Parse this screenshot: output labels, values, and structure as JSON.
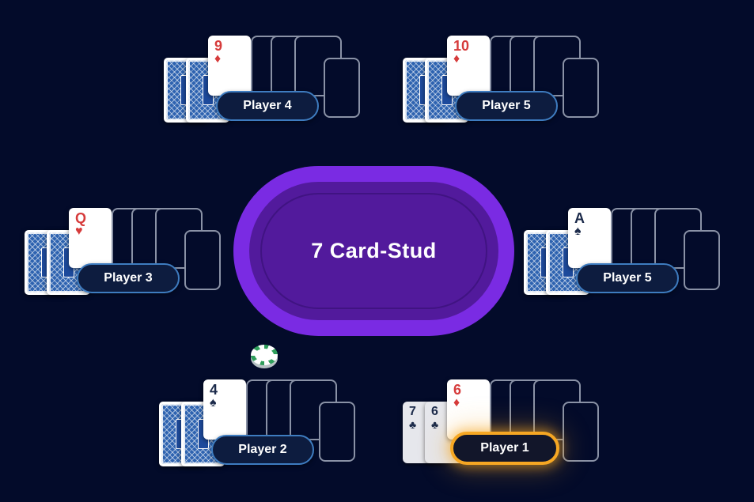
{
  "screen": {
    "background_color": "#030B2A"
  },
  "table": {
    "title": "7 Card-Stud",
    "ring_color": "#7A2BE3",
    "felt_color": "#521A9C"
  },
  "chip": {
    "face_color": "#FFFFFF",
    "rim_accent_color": "#2F9E5B"
  },
  "suits": {
    "spade": "♠",
    "heart": "♥",
    "diamond": "♦",
    "club": "♣"
  },
  "suit_colors": {
    "spade": "black",
    "heart": "red",
    "diamond": "red",
    "club": "black"
  },
  "card_colors": {
    "red": "#D63B3B",
    "black": "#1B2A4A",
    "back_blue": "#2E63B0"
  },
  "pill_colors": {
    "border": "#3E7CC0",
    "fill": "#0D1C3F",
    "active_border": "#F6A723"
  },
  "placeholder_outline_color": "#8A92A6",
  "players": [
    {
      "name": "Player 4",
      "seat": "top-left",
      "active": false,
      "upcard": {
        "rank": "9",
        "suit": "diamond"
      },
      "hole_cards": [
        {
          "face_down": true
        },
        {
          "face_down": true
        }
      ],
      "placeholder_slots": 4
    },
    {
      "name": "Player 5",
      "seat": "top-right",
      "active": false,
      "upcard": {
        "rank": "10",
        "suit": "diamond"
      },
      "hole_cards": [
        {
          "face_down": true
        },
        {
          "face_down": true
        }
      ],
      "placeholder_slots": 4
    },
    {
      "name": "Player 3",
      "seat": "mid-left",
      "active": false,
      "upcard": {
        "rank": "Q",
        "suit": "heart"
      },
      "hole_cards": [
        {
          "face_down": true
        },
        {
          "face_down": true
        }
      ],
      "placeholder_slots": 4
    },
    {
      "name": "Player 5",
      "seat": "mid-right",
      "active": false,
      "upcard": {
        "rank": "A",
        "suit": "spade"
      },
      "hole_cards": [
        {
          "face_down": true
        },
        {
          "face_down": true
        }
      ],
      "placeholder_slots": 4
    },
    {
      "name": "Player 2",
      "seat": "bottom-left",
      "active": false,
      "upcard": {
        "rank": "4",
        "suit": "spade"
      },
      "hole_cards": [
        {
          "face_down": true
        },
        {
          "face_down": true
        }
      ],
      "placeholder_slots": 4
    },
    {
      "name": "Player 1",
      "seat": "bottom-right",
      "active": true,
      "upcard": {
        "rank": "6",
        "suit": "diamond"
      },
      "hole_cards": [
        {
          "face_down": false,
          "rank": "7",
          "suit": "club"
        },
        {
          "face_down": false,
          "rank": "6",
          "suit": "club"
        }
      ],
      "placeholder_slots": 4
    }
  ]
}
